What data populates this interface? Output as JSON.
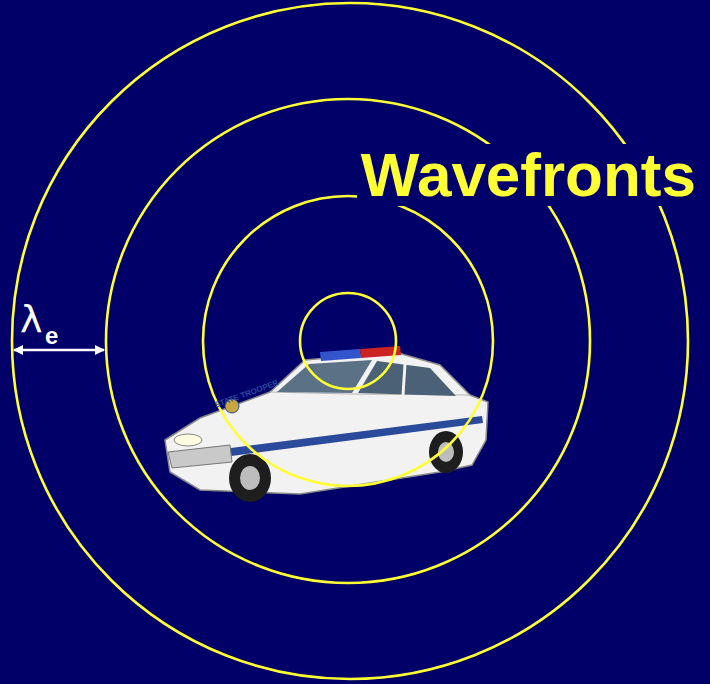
{
  "diagram": {
    "labels": [
      "Wavefronts",
      "λ",
      "e",
      "STATE TROOPER"
    ]
  }
}
